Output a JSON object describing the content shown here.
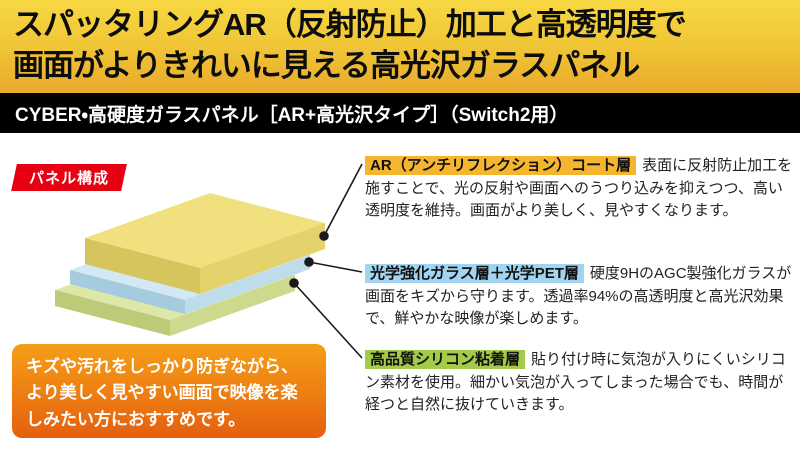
{
  "banner": {
    "line1": "スパッタリングAR（反射防止）加工と高透明度で",
    "line2": "画面がよりきれいに見える高光沢ガラスパネル"
  },
  "product_bar": {
    "text": "CYBER・高硬度ガラスパネル［AR+高光沢タイプ］（Switch2用）"
  },
  "diagram": {
    "badge": "パネル構成",
    "badge_bg": "#e60012",
    "layers": [
      {
        "name": "ar-coat-layer",
        "top": "#f1e17e",
        "left": "#d6c55d",
        "right": "#e4d26c"
      },
      {
        "name": "glass-pet-layer",
        "top": "#d2e8f5",
        "left": "#a6cade",
        "right": "#bedcec"
      },
      {
        "name": "silicone-layer",
        "top": "#dde8a8",
        "left": "#bccb77",
        "right": "#cdd98c"
      }
    ]
  },
  "callouts": [
    {
      "label": "AR（アンチリフレクション）コート層",
      "label_bg": "#f6b52e",
      "body": "表面に反射防止加工を施すことで、光の反射や画面へのうつり込みを抑えつつ、高い透明度を維持。画面がより美しく、見やすくなります。"
    },
    {
      "label": "光学強化ガラス層＋光学PET層",
      "label_bg": "#a2d3f1",
      "body": "硬度9HのAGC製強化ガラスが画面をキズから守ります。透過率94%の高透明度と高光沢効果で、鮮やかな映像が楽しめます。"
    },
    {
      "label": "高品質シリコン粘着層",
      "label_bg": "#a3cb48",
      "body": "貼り付け時に気泡が入りにくいシリコン素材を使用。細かい気泡が入ってしまった場合でも、時間が経つと自然に抜けていきます。"
    }
  ],
  "recommendation": "キズや汚れをしっかり防ぎながら、より美しく見やすい画面で映像を楽しみたい方におすすめです。"
}
